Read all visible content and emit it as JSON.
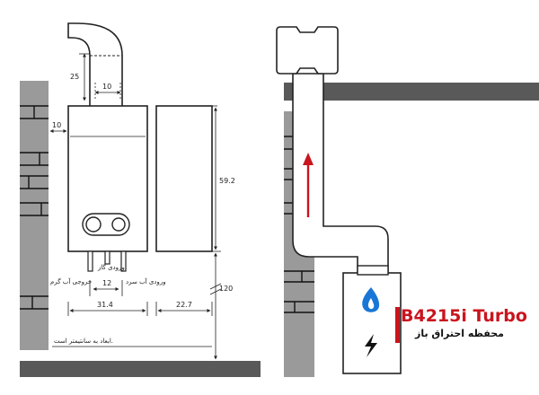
{
  "dimensions": {
    "flue_height": "25",
    "flue_width": "10",
    "wall_gap": "10",
    "heater_height": "59.2",
    "floor_clearance": "120",
    "width_front": "12",
    "width_total": "31.4",
    "depth": "22.7"
  },
  "labels": {
    "gas_inlet": "ورودی گاز",
    "hot_water_outlet": "خروجی آب گرم",
    "cold_water_inlet": "ورودی آب سرد",
    "units_note": "ابعاد به سانتیمتر است."
  },
  "product": {
    "model": "B4215i Turbo",
    "subtitle": "محفظه احتراق باز"
  },
  "colors": {
    "wall": "#9a9a9a",
    "floor": "#595959",
    "accent": "#c9151e",
    "flame": "#1877d6"
  },
  "icons": {
    "flame": "flame-icon",
    "electric": "lightning-bolt-icon"
  }
}
